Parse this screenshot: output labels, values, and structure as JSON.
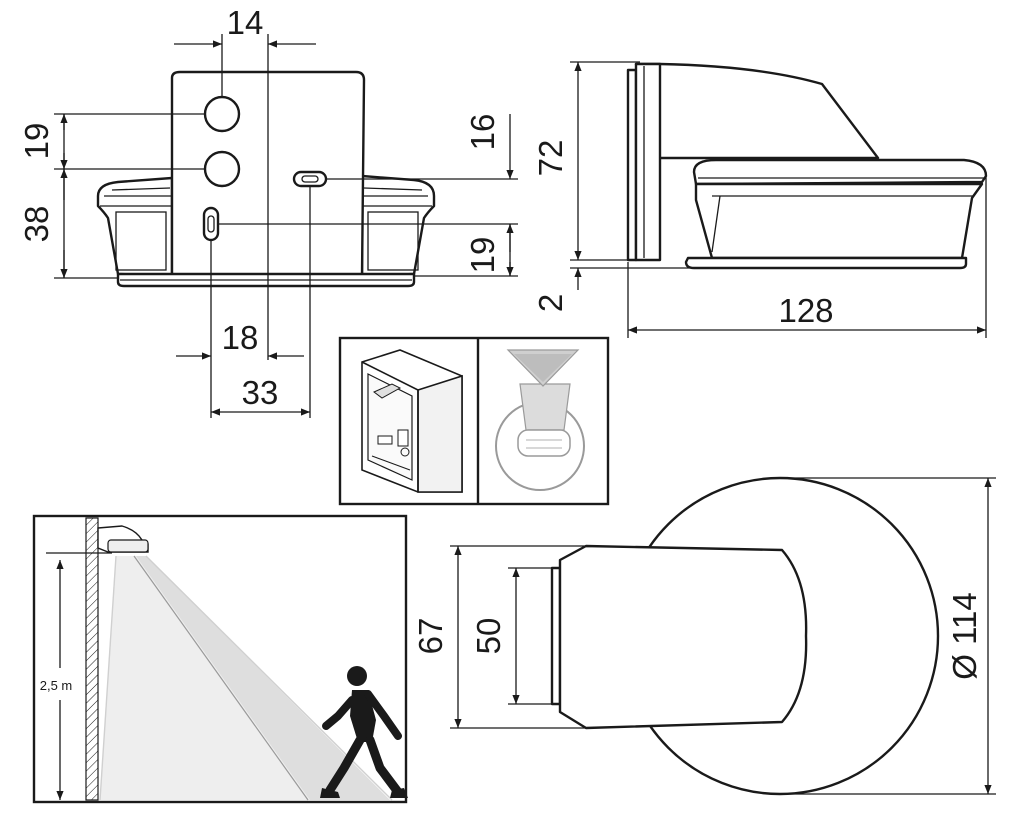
{
  "dimensions": {
    "top_view": {
      "hole_spacing_top": "14",
      "hole_vertical_upper": "19",
      "hole_vertical_lower": "38",
      "slot_horizontal_offset": "18",
      "slot_horizontal_total": "33",
      "slot_vertical_upper": "16",
      "slot_vertical_lower": "19"
    },
    "side_view": {
      "height": "72",
      "base_gap": "2",
      "length": "128"
    },
    "front_view": {
      "outer_height": "67",
      "inner_height": "50",
      "diameter": "Ø 114"
    }
  },
  "installation": {
    "mounting_height": "2,5 m"
  },
  "colors": {
    "line": "#1a1a1a",
    "detection_zone": "#e6e6e6",
    "detection_zone_edge": "#d0d0d0"
  },
  "icons": [
    "junction-box-icon",
    "lens-detail-icon",
    "walking-person-icon"
  ]
}
